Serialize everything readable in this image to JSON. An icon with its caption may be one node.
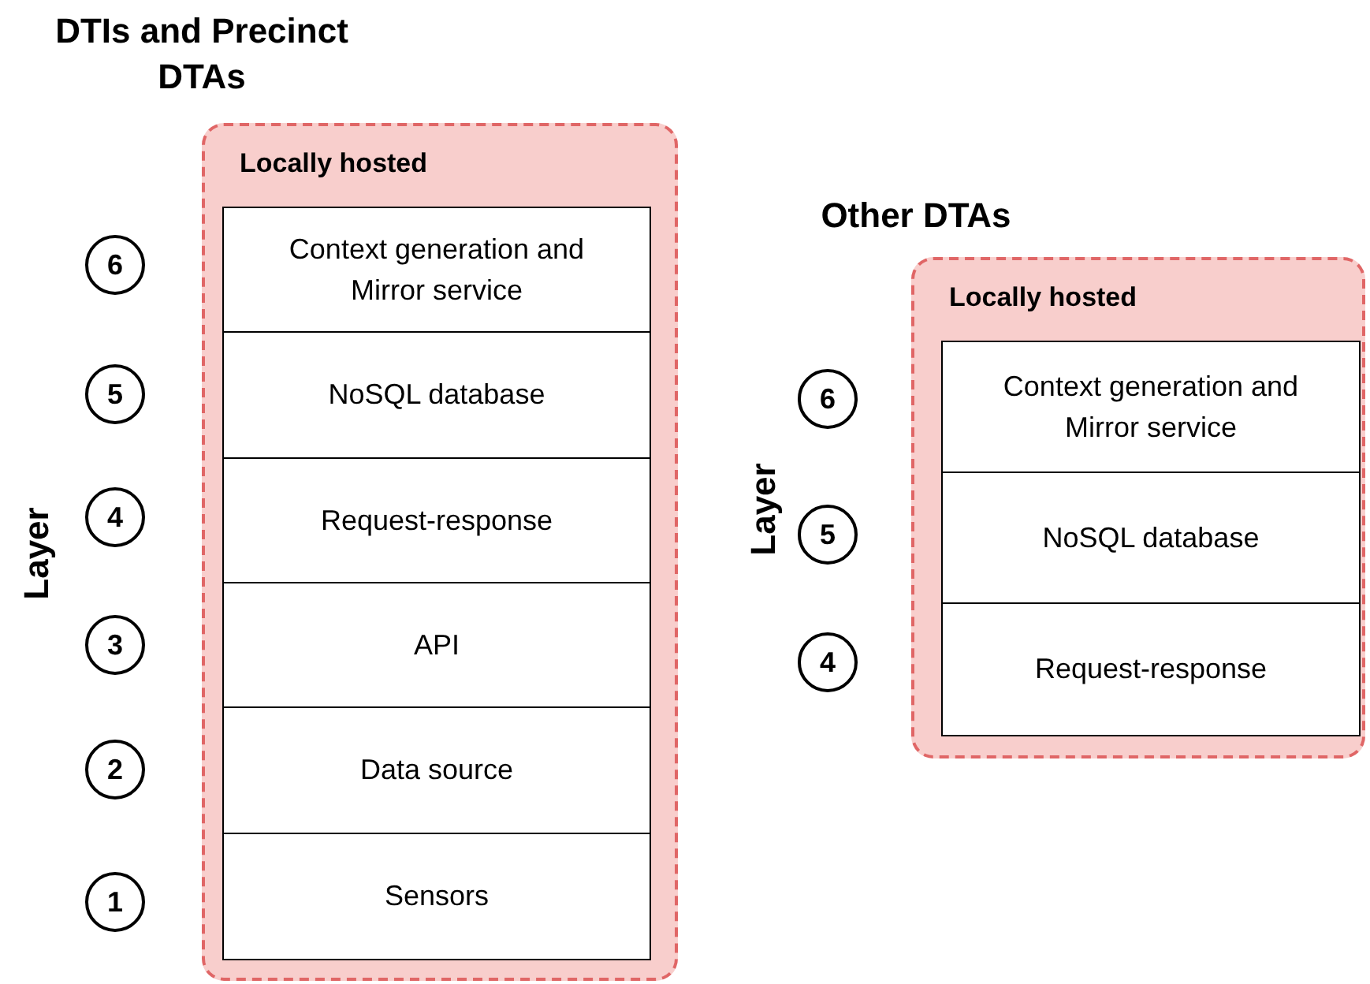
{
  "diagram": {
    "nodes": [
      {
        "text": [
          "Locally hosted"
        ]
      },
      {
        "text": [
          "Context generation and Mirror service"
        ],
        "in": 0
      },
      {
        "text": [
          "NoSQL database"
        ],
        "in": 0
      },
      {
        "text": [
          "Request-response"
        ],
        "in": 0
      },
      {
        "text": [
          "API"
        ],
        "in": 0
      },
      {
        "text": [
          "Data source"
        ],
        "in": 0
      },
      {
        "text": [
          "Sensors"
        ],
        "in": 0
      },
      {
        "text": [
          "6"
        ]
      },
      {
        "text": [
          "5"
        ]
      },
      {
        "text": [
          "4"
        ]
      },
      {
        "text": [
          "3"
        ]
      },
      {
        "text": [
          "2"
        ]
      },
      {
        "text": [
          "1"
        ]
      },
      {
        "text": [
          "Locally hosted"
        ]
      },
      {
        "text": [
          "Context generation and Mirror service"
        ],
        "in": 13
      },
      {
        "text": [
          "NoSQL database"
        ],
        "in": 13
      },
      {
        "text": [
          "Request-response"
        ],
        "in": 13
      },
      {
        "text": [
          "6"
        ]
      },
      {
        "text": [
          "5"
        ]
      },
      {
        "text": [
          "4"
        ]
      }
    ],
    "labels": [
      "DTIs and Precinct DTAs",
      "Layer",
      "Other DTAs",
      "Layer"
    ]
  }
}
